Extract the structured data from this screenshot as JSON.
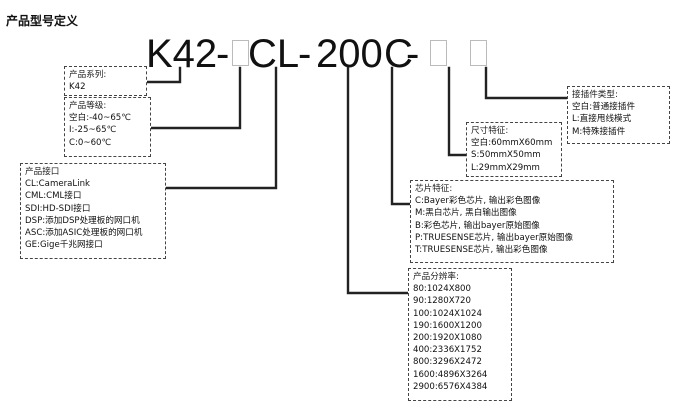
{
  "title": "产品型号定义",
  "code": {
    "prefix": "K42",
    "dash1": "-",
    "interface": "CL",
    "dash2": "-",
    "resolution": "200",
    "chip": "C",
    "dash3": "-"
  },
  "boxes": {
    "series": {
      "heading": "产品系列:",
      "lines": [
        "K42"
      ]
    },
    "grade": {
      "heading": "产品等级:",
      "lines": [
        "空白:-40~65℃",
        "I:-25~65℃",
        "C:0~60℃"
      ]
    },
    "interface": {
      "heading": "产品接口",
      "lines": [
        "CL:CameraLink",
        "CML:CML接口",
        "SDI:HD-SDI接口",
        "DSP:添加DSP处理板的网口机",
        "ASC:添加ASIC处理板的网口机",
        "GE:Gige千兆网接口"
      ]
    },
    "connector": {
      "heading": "接插件类型:",
      "lines": [
        "空白:普通接插件",
        "L:直接甩线模式",
        "M:特殊接插件"
      ]
    },
    "size": {
      "heading": "尺寸特征:",
      "lines": [
        "空白:60mmX60mm",
        "S:50mmX50mm",
        "L:29mmX29mm"
      ]
    },
    "chip": {
      "heading": "芯片特征:",
      "lines": [
        "C:Bayer彩色芯片, 输出彩色图像",
        "M:黑白芯片, 黑白输出图像",
        "B:彩色芯片, 输出bayer原始图像",
        "P:TRUESENSE芯片, 输出bayer原始图像",
        "T:TRUESENSE芯片, 输出彩色图像"
      ]
    },
    "resolution": {
      "heading": "产品分辨率:",
      "lines": [
        "80:1024X800",
        "90:1280X720",
        "100:1024X1024",
        "190:1600X1200",
        "200:1920X1080",
        "400:2336X1752",
        "800:3296X2472",
        "1600:4896X3264",
        "2900:6576X4384"
      ]
    }
  }
}
